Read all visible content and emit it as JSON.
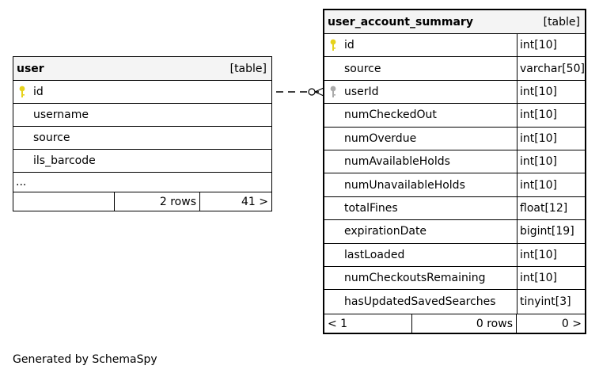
{
  "tables": {
    "user": {
      "name": "user",
      "kind": "[table]",
      "columns": [
        "id",
        "username",
        "source",
        "ils_barcode"
      ],
      "more": "...",
      "footer": {
        "left": "",
        "rows": "2 rows",
        "right": "41 >"
      }
    },
    "summary": {
      "name": "user_account_summary",
      "kind": "[table]",
      "columns": [
        {
          "name": "id",
          "type": "int[10]"
        },
        {
          "name": "source",
          "type": "varchar[50]"
        },
        {
          "name": "userId",
          "type": "int[10]"
        },
        {
          "name": "numCheckedOut",
          "type": "int[10]"
        },
        {
          "name": "numOverdue",
          "type": "int[10]"
        },
        {
          "name": "numAvailableHolds",
          "type": "int[10]"
        },
        {
          "name": "numUnavailableHolds",
          "type": "int[10]"
        },
        {
          "name": "totalFines",
          "type": "float[12]"
        },
        {
          "name": "expirationDate",
          "type": "bigint[19]"
        },
        {
          "name": "lastLoaded",
          "type": "int[10]"
        },
        {
          "name": "numCheckoutsRemaining",
          "type": "int[10]"
        },
        {
          "name": "hasUpdatedSavedSearches",
          "type": "tinyint[3]"
        }
      ],
      "footer": {
        "left": "< 1",
        "rows": "0 rows",
        "right": "0 >"
      }
    }
  },
  "colors": {
    "primary_key": "#e6d21c",
    "foreign_key": "#aaaaaa",
    "header_bg": "#f4f4f4"
  },
  "caption": "Generated by SchemaSpy"
}
